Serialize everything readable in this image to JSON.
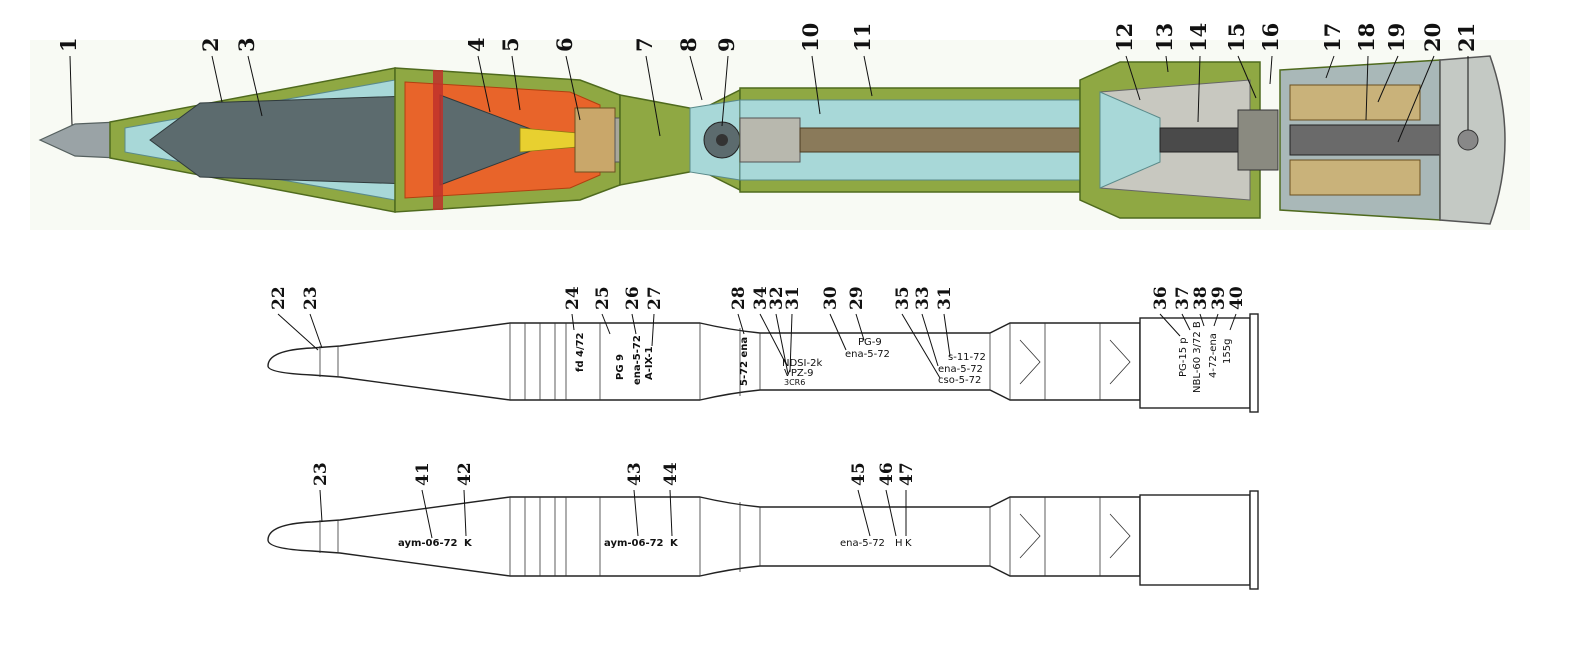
{
  "callouts_top": [
    "1",
    "2",
    "3",
    "4",
    "5",
    "6",
    "7",
    "8",
    "9",
    "10",
    "11",
    "12",
    "13",
    "14",
    "15",
    "16",
    "17",
    "18",
    "19",
    "20",
    "21"
  ],
  "callouts_mid": [
    "22",
    "23",
    "24",
    "25",
    "26",
    "27",
    "28",
    "34",
    "32",
    "31",
    "30",
    "29",
    "35",
    "33",
    "31",
    "36",
    "37",
    "38",
    "39",
    "40"
  ],
  "callouts_bot": [
    "23",
    "41",
    "42",
    "43",
    "44",
    "45",
    "46",
    "47"
  ],
  "markings_mid": {
    "fd": "fd 4/72",
    "pg9_short": "PG 9",
    "ena_a": "ena-5-72",
    "a_ix": "A-IX-1",
    "fs572": "5-72 ena",
    "ndsi": "NDSI-2k",
    "vpz": "VPZ-9",
    "zcr": "3CR6",
    "pg9": "PG-9",
    "ena_b": "ena-5-72",
    "s1172": "s-11-72",
    "ena_c": "ena-5-72",
    "cso": "cso-5-72",
    "pg15p": "PG-15 p",
    "nbl": "NBL-60 3/72 B",
    "ena472": "4-72-ena",
    "g155": "155g"
  },
  "markings_bot": {
    "aym1": "aym-06-72",
    "k1": "K",
    "aym2": "aym-06-72",
    "k2": "K",
    "ena": "ena-5-72",
    "h": "H",
    "k3": "K"
  },
  "colors": {
    "olive_body": "#8aa23a",
    "olive_dark": "#4f6a1e",
    "cutaway_blue": "#a8d8d8",
    "charge_orange": "#e8642a",
    "liner_gray": "#5c6b6e",
    "propellant_tan": "#c9b27a"
  }
}
